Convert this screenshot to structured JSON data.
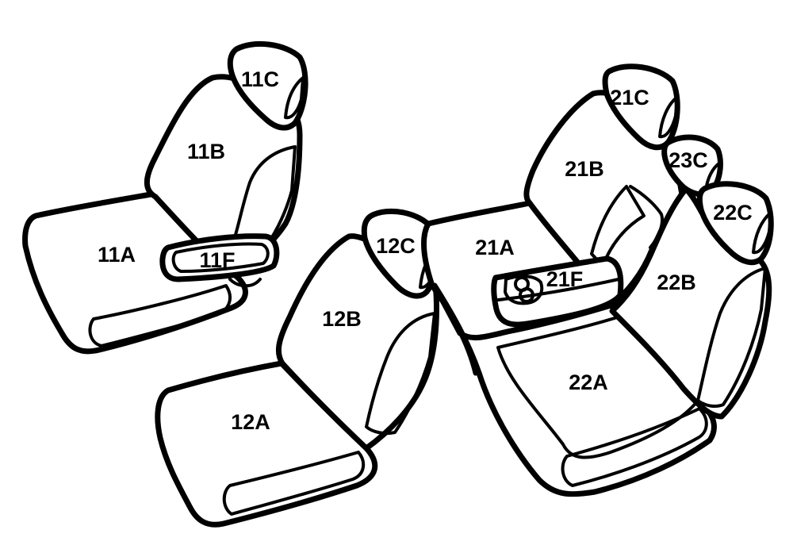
{
  "labels": {
    "front_left": {
      "cushion": "11A",
      "backrest": "11B",
      "headrest": "11C",
      "armrest": "11F"
    },
    "front_right": {
      "cushion": "12A",
      "backrest": "12B",
      "headrest": "12C"
    },
    "rear_bench": {
      "left_cushion": "21A",
      "left_backrest": "21B",
      "left_headrest": "21C",
      "armrest": "21F",
      "right_cushion": "22A",
      "right_backrest": "22B",
      "right_headrest": "22C",
      "center_headrest": "23C"
    }
  },
  "colors": {
    "outline": "#000000",
    "fill": "#ffffff"
  }
}
